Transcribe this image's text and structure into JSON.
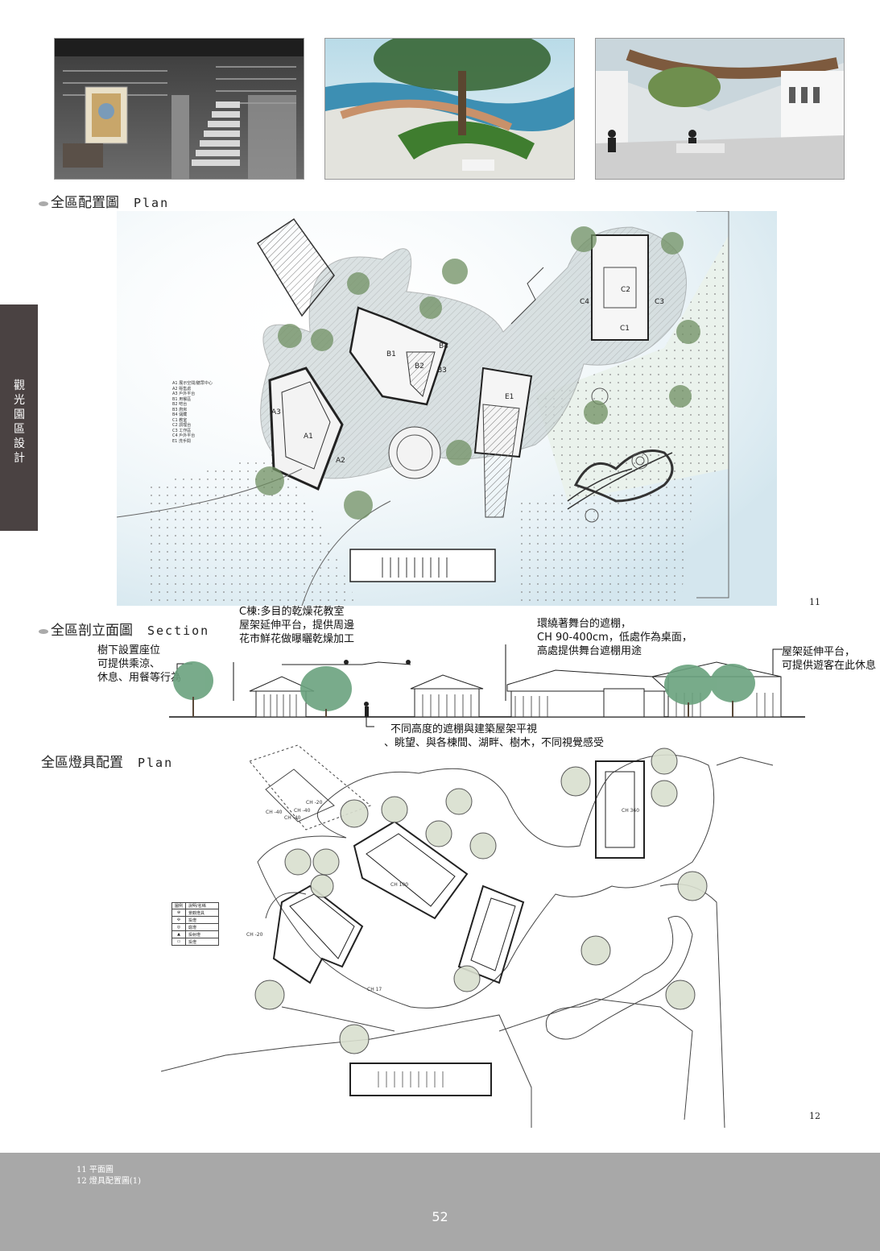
{
  "side_tab": {
    "label": "觀光園區設計"
  },
  "photos": [
    {
      "name": "interior-stair-render"
    },
    {
      "name": "lakeside-courtyard-render"
    },
    {
      "name": "covered-walkway-render"
    }
  ],
  "sections": {
    "plan_title_zh": "全區配置圖",
    "plan_title_en": "Plan",
    "section_title_zh": "全區剖立面圖",
    "section_title_en": "Section",
    "lighting_title_zh": "全區燈具配置",
    "lighting_title_en": "Plan"
  },
  "plan_legend": [
    "A1 展示空間/聽眾中心",
    "A2 販售處",
    "A3 戶外平台",
    "B1 用餐區",
    "B2 吧台",
    "B3 廚房",
    "B4 儲藏",
    "C1 教室",
    "C2 調理台",
    "C3 工作區",
    "C4 戶外平台",
    "E1 洗手間"
  ],
  "plan_labels": [
    "A1",
    "A2",
    "A3",
    "B1",
    "B2",
    "B3",
    "B4",
    "C1",
    "C2",
    "C3",
    "C4",
    "E1"
  ],
  "annotations": {
    "c_building": [
      "C棟:多目的乾燥花教室",
      "屋架延伸平台，提供周邊",
      "花市鮮花做曝曬乾燥加工"
    ],
    "tree_seat": [
      "樹下設置座位",
      "可提供乘涼、",
      "休息、用餐等行為"
    ],
    "stage_canopy": [
      "環繞著舞台的遮棚，",
      "CH 90-400cm，低處作為桌面，",
      "高處提供舞台遮棚用途"
    ],
    "roof_platform": [
      "屋架延伸平台，",
      "可提供遊客在此休息"
    ],
    "canopy_heights": [
      "不同高度的遮棚與建築屋架平視",
      "、眺望、與各棟間、湖畔、樹木，不同視覺感受"
    ]
  },
  "lighting_legend": {
    "headers": [
      "圖例",
      "說明/名稱"
    ],
    "rows": [
      "景觀燈具",
      "投燈",
      "庭燈",
      "投射燈",
      "投燈"
    ]
  },
  "lighting_labels": [
    "CH -40",
    "CH -20",
    "CH -40",
    "CH -40",
    "CH 100",
    "CH -20",
    "CH 17",
    "CH 360"
  ],
  "figure_numbers": {
    "plan": "11",
    "lighting": "12"
  },
  "footer": {
    "captions": [
      "11  平面圖",
      "12  燈具配置圖(1)"
    ],
    "page_number": "52"
  },
  "colors": {
    "side_tab": "#4a4242",
    "footer": "#a8a8a8",
    "tree_green": "#6aa27e"
  }
}
